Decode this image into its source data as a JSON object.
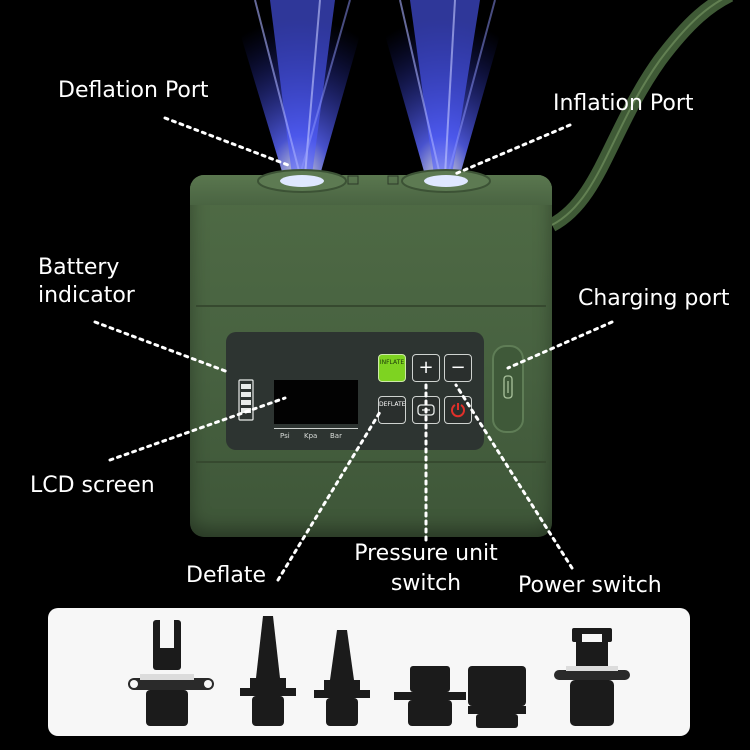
{
  "labels": {
    "deflation_port": "Deflation Port",
    "inflation_port": "Inflation Port",
    "battery_indicator_line1": "Battery",
    "battery_indicator_line2": "indicator",
    "charging_port": "Charging port",
    "lcd_screen": "LCD screen",
    "deflate": "Deflate",
    "pressure_unit_line1": "Pressure unit",
    "pressure_unit_line2": "switch",
    "power_switch": "Power switch"
  },
  "panel": {
    "units": [
      "Psi",
      "Kpa",
      "Bar"
    ],
    "inflate_button_text": "INFLATE",
    "deflate_button_text": "DEFLATE",
    "plus_symbol": "+",
    "minus_symbol": "−"
  },
  "colors": {
    "background": "#000000",
    "pump_body": "#4a6442",
    "light_beam": "#2f3bff",
    "inflate_button": "#7ed321",
    "power_icon": "#e0302a",
    "nozzle": "#1b1b1b",
    "tray": "#f7f7f7"
  },
  "icons": {
    "power": "power-icon",
    "unit_switch": "unit-switch-icon",
    "battery": "battery-icon",
    "charging": "usb-c-icon"
  }
}
